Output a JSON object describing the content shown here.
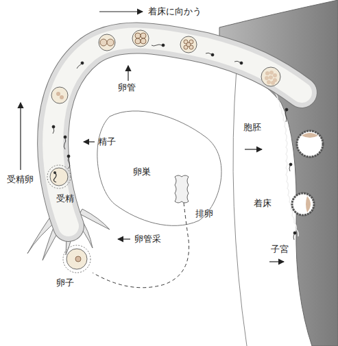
{
  "diagram": {
    "labels": [
      "着床に向かう",
      "卵管",
      "精子",
      "受精卵",
      "受精",
      "卵巣",
      "排卵",
      "胞胚",
      "着床",
      "子宮",
      "卵管采",
      "卵子"
    ]
  }
}
